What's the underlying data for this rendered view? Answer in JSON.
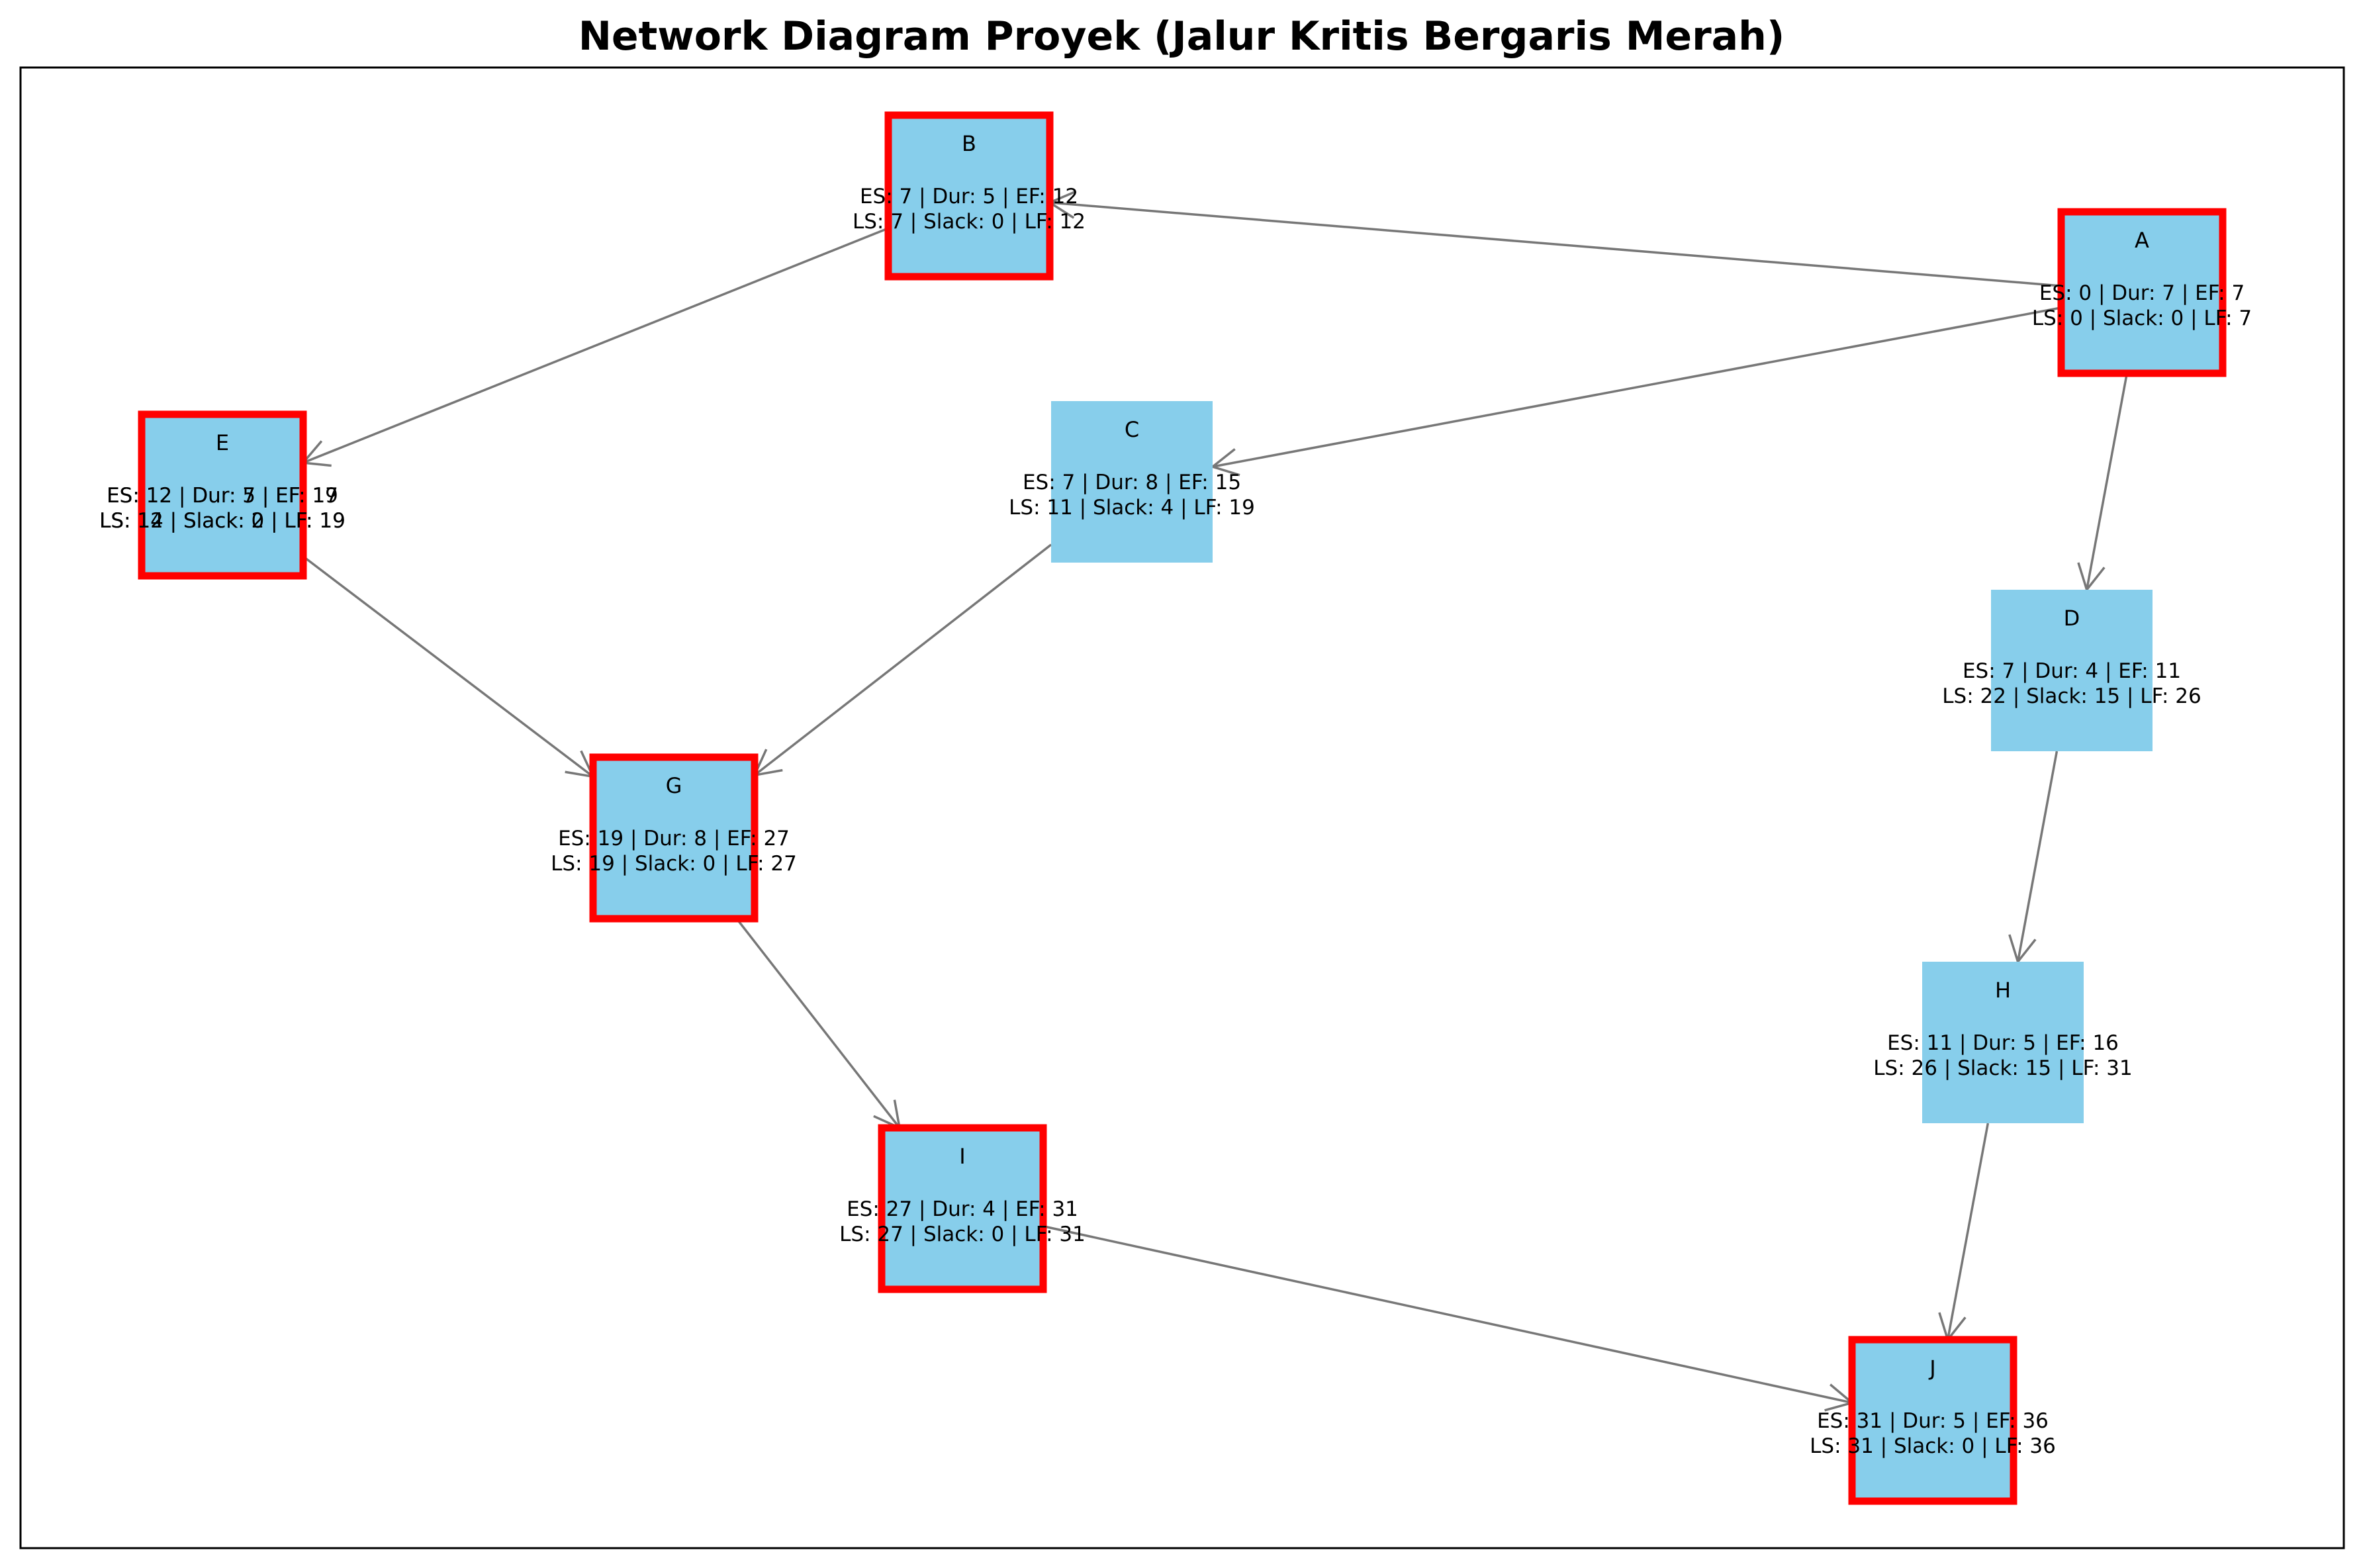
{
  "title": "Network Diagram Proyek (Jalur Kritis Bergaris Merah)",
  "colors": {
    "node_fill": "#87ceeb",
    "critical_border": "#ff0000",
    "edge": "#777777",
    "frame": "#000000"
  },
  "nodes": [
    {
      "id": "A",
      "label": "A",
      "critical": true,
      "line1": "ES: 0 | Dur: 7 | EF: 7",
      "line2": "LS: 0 | Slack: 0 | LF: 7"
    },
    {
      "id": "B",
      "label": "B",
      "critical": true,
      "line1": "ES: 7 | Dur: 5 | EF: 12",
      "line2": "LS: 7 | Slack: 0 | LF: 12"
    },
    {
      "id": "C",
      "label": "C",
      "critical": false,
      "line1": "ES: 7 | Dur: 8 | EF: 15",
      "line2": "LS: 11 | Slack: 4 | LF: 19"
    },
    {
      "id": "D",
      "label": "D",
      "critical": false,
      "line1": "ES: 7 | Dur: 4 | EF: 11",
      "line2": "LS: 22 | Slack: 15 | LF: 26"
    },
    {
      "id": "E",
      "label": "E",
      "critical": true,
      "line1": "ES: 12 | Dur: 7 | EF: 19",
      "line2": "LS: 12 | Slack: 0 | LF: 19",
      "overlap_line1": "ES: 12 | Dur: 5 | EF: 17",
      "overlap_line2": "LS: 14 | Slack: 2 | LF: 19"
    },
    {
      "id": "G",
      "label": "G",
      "critical": true,
      "line1": "ES: 19 | Dur: 8 | EF: 27",
      "line2": "LS: 19 | Slack: 0 | LF: 27"
    },
    {
      "id": "H",
      "label": "H",
      "critical": false,
      "line1": "ES: 11 | Dur: 5 | EF: 16",
      "line2": "LS: 26 | Slack: 15 | LF: 31"
    },
    {
      "id": "I",
      "label": "I",
      "critical": true,
      "line1": "ES: 27 | Dur: 4 | EF: 31",
      "line2": "LS: 27 | Slack: 0 | LF: 31"
    },
    {
      "id": "J",
      "label": "J",
      "critical": true,
      "line1": "ES: 31 | Dur: 5 | EF: 36",
      "line2": "LS: 31 | Slack: 0 | LF: 36"
    }
  ],
  "edges": [
    {
      "from": "A",
      "to": "B"
    },
    {
      "from": "A",
      "to": "C"
    },
    {
      "from": "A",
      "to": "D"
    },
    {
      "from": "B",
      "to": "E"
    },
    {
      "from": "C",
      "to": "G"
    },
    {
      "from": "E",
      "to": "G"
    },
    {
      "from": "D",
      "to": "H"
    },
    {
      "from": "G",
      "to": "I"
    },
    {
      "from": "H",
      "to": "J"
    },
    {
      "from": "I",
      "to": "J"
    }
  ]
}
